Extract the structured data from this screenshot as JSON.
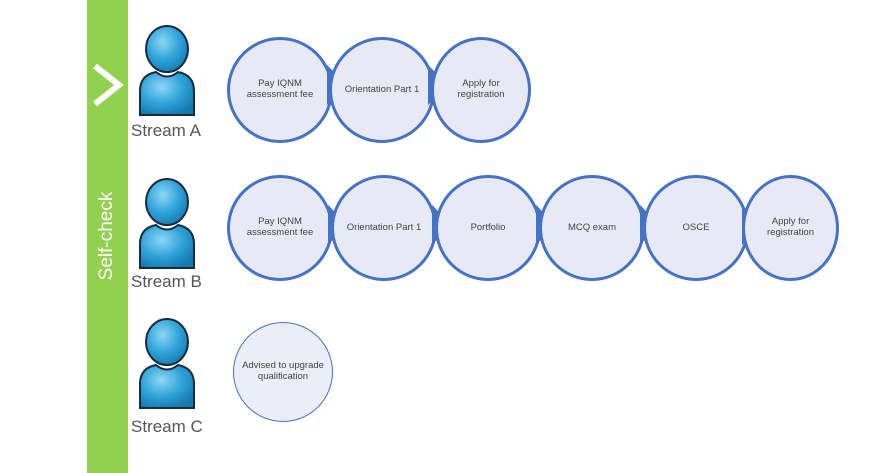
{
  "sidebar": {
    "label": "Self-check",
    "chevron_icon": "chevron-right-icon"
  },
  "colors": {
    "sidebar_green": "#92d050",
    "step_border": "#4472c4",
    "step_fill": "#e8e9f5",
    "person_blue": "#2fa4d9"
  },
  "streams": [
    {
      "label": "Stream A",
      "steps": [
        "Pay IQNM assessment fee",
        "Orientation Part 1",
        "Apply for registration"
      ]
    },
    {
      "label": "Stream B",
      "steps": [
        "Pay IQNM assessment fee",
        "Orientation Part 1",
        "Portfolio",
        "MCQ exam",
        "OSCE",
        "Apply for registration"
      ]
    },
    {
      "label": "Stream C",
      "steps": [
        "Advised to upgrade qualification"
      ]
    }
  ]
}
